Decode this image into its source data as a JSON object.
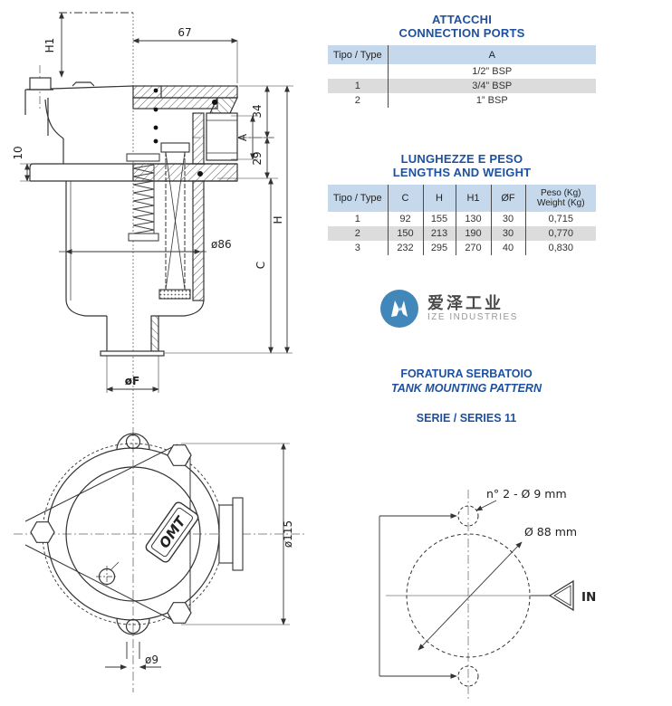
{
  "connection_table": {
    "title_line1": "ATTACCHI",
    "title_line2": "CONNECTION PORTS",
    "col_type": "Tipo / Type",
    "col_a": "A",
    "rows": [
      {
        "type": "",
        "a": "1/2” BSP"
      },
      {
        "type": "1",
        "a": "3/4” BSP"
      },
      {
        "type": "2",
        "a": "1” BSP"
      }
    ]
  },
  "dimensions_table": {
    "title_line1": "LUNGHEZZE E PESO",
    "title_line2": "LENGTHS AND WEIGHT",
    "col_type": "Tipo / Type",
    "col_c": "C",
    "col_h": "H",
    "col_h1": "H1",
    "col_of": "ØF",
    "col_weight_line1": "Peso (Kg)",
    "col_weight_line2": "Weight (Kg)",
    "rows": [
      {
        "type": "1",
        "c": "92",
        "h": "155",
        "h1": "130",
        "of": "30",
        "weight": "0,715"
      },
      {
        "type": "2",
        "c": "150",
        "h": "213",
        "h1": "190",
        "of": "30",
        "weight": "0,770"
      },
      {
        "type": "3",
        "c": "232",
        "h": "295",
        "h1": "270",
        "of": "40",
        "weight": "0,830"
      }
    ]
  },
  "brand": {
    "cn": "爱泽工业",
    "en": "IZE INDUSTRIES"
  },
  "headings": {
    "mount_it": "FORATURA SERBATOIO",
    "mount_en": "TANK MOUNTING PATTERN",
    "series": "SERIE / SERIES 11"
  },
  "section_drawing": {
    "dim_h1": "H1",
    "dim_67": "67",
    "dim_34": "34",
    "dim_a": "A",
    "dim_29": "29",
    "dim_h": "H",
    "dim_c": "C",
    "dim_10": "10",
    "dim_d86": "ø86",
    "dim_df": "øF"
  },
  "bottom_drawing": {
    "dim_d115": "ø115",
    "dim_d9": "ø9",
    "logo": "OMT"
  },
  "pattern_drawing": {
    "label_holes": "n° 2 - Ø 9 mm",
    "label_diameter": "Ø 88 mm",
    "label_in": "IN"
  }
}
